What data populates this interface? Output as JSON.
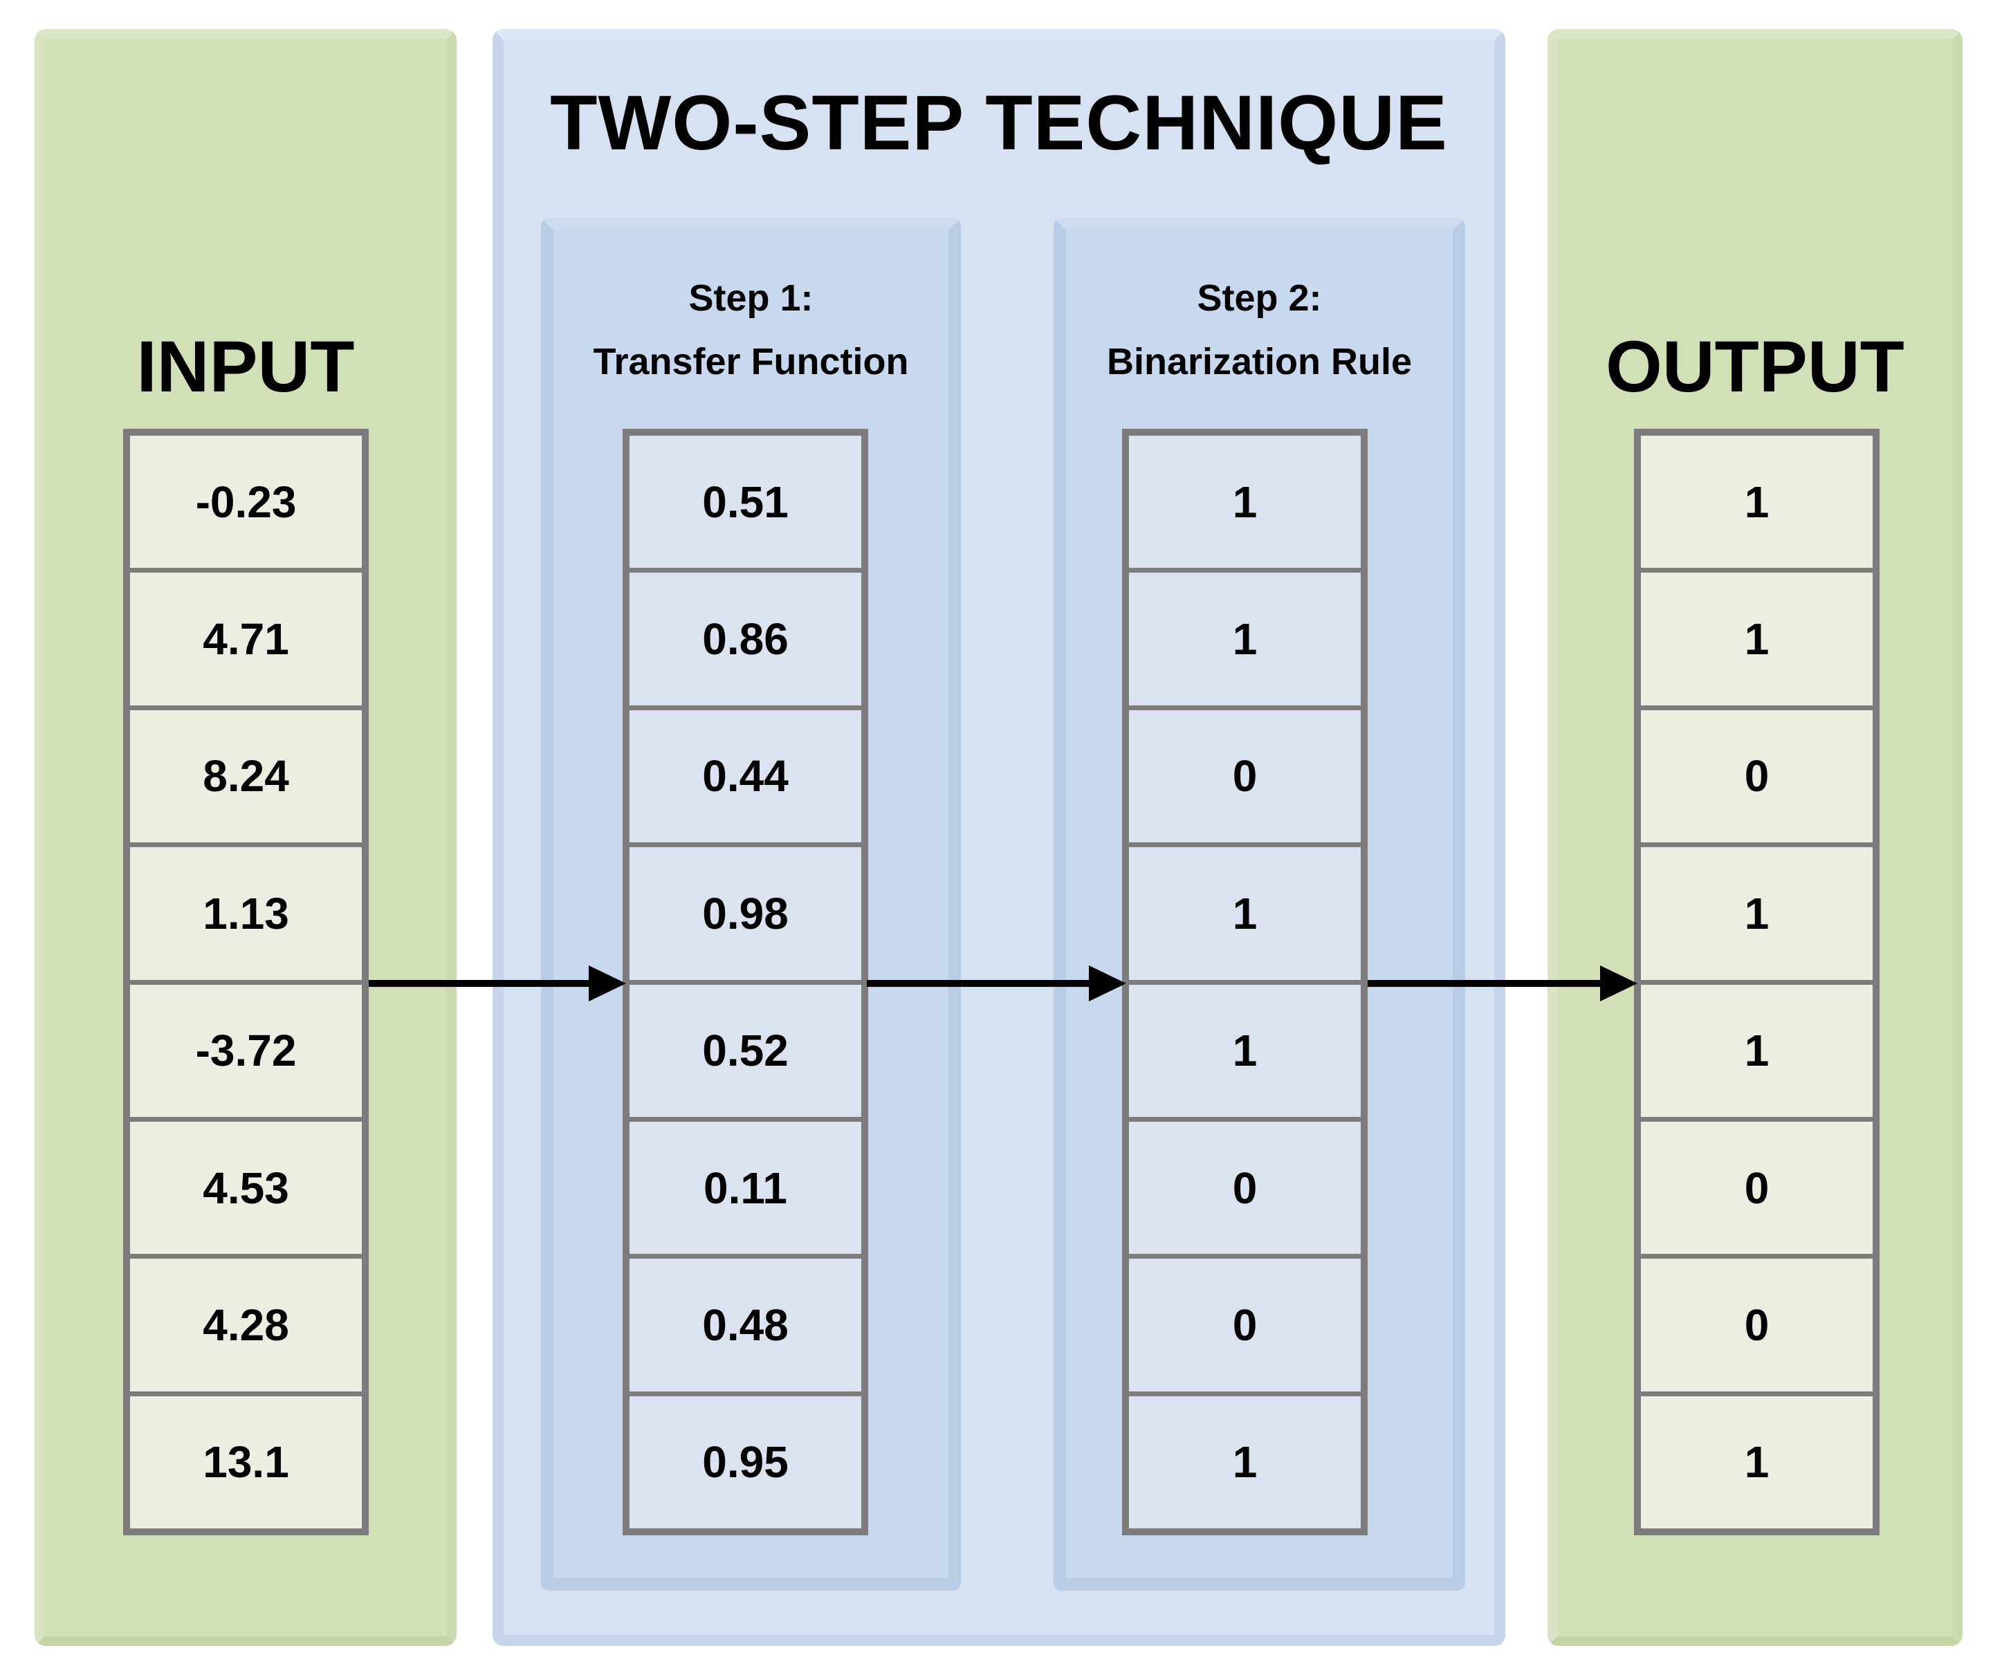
{
  "technique": {
    "title": "TWO-STEP TECHNIQUE",
    "step1": {
      "label_line1": "Step 1:",
      "label_line2": "Transfer Function",
      "values": [
        "0.51",
        "0.86",
        "0.44",
        "0.98",
        "0.52",
        "0.11",
        "0.48",
        "0.95"
      ]
    },
    "step2": {
      "label_line1": "Step 2:",
      "label_line2": "Binarization Rule",
      "values": [
        "1",
        "1",
        "0",
        "1",
        "1",
        "0",
        "0",
        "1"
      ]
    }
  },
  "input": {
    "title": "INPUT",
    "values": [
      "-0.23",
      "4.71",
      "8.24",
      "1.13",
      "-3.72",
      "4.53",
      "4.28",
      "13.1"
    ]
  },
  "output": {
    "title": "OUTPUT",
    "values": [
      "1",
      "1",
      "0",
      "1",
      "1",
      "0",
      "0",
      "1"
    ]
  },
  "icons": {
    "flow_arrow": "right-arrow"
  },
  "colors": {
    "green_panel": "#d2e0b8",
    "green_cell": "#ebeee1",
    "blue_outer_panel": "#d6e1f1",
    "blue_inner_panel": "#c7d8ef",
    "blue_cell": "#dbe3f1",
    "table_border": "#7c7c7c",
    "arrow": "#000000",
    "text": "#000000",
    "background": "#ffffff"
  }
}
